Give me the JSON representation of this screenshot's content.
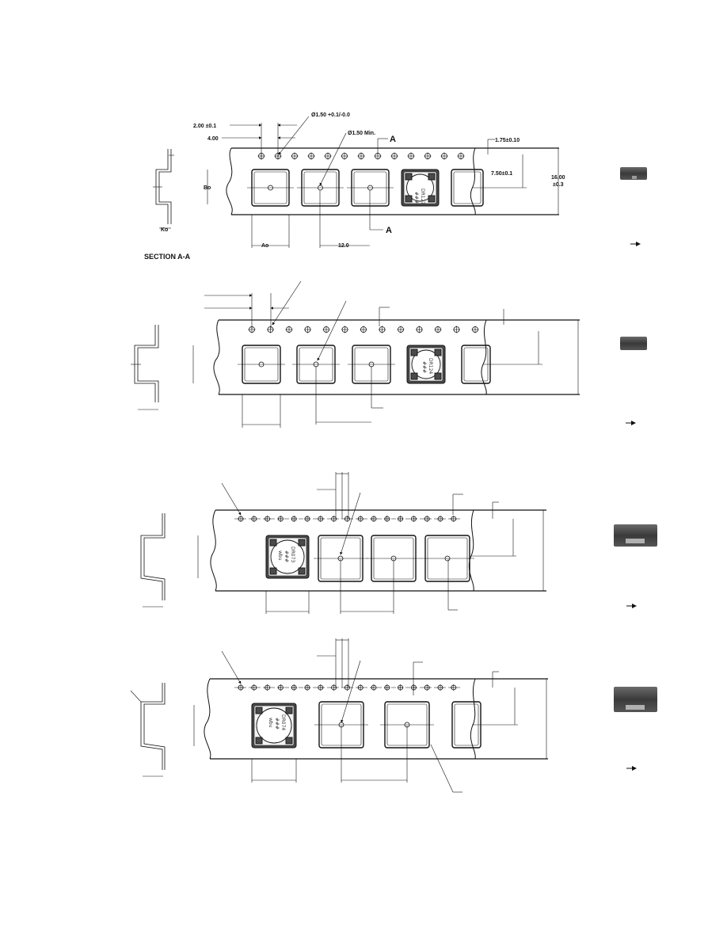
{
  "drawing_1": {
    "sprocket_hole_dia": "Ø1.50 +0.1/-0.0",
    "cavity_hole_dia": "Ø1.50 Min.",
    "pitch_2": "2.00 ±0.1",
    "pitch_4": "4.00",
    "edge_offset": "1.75±0.10",
    "hole_to_center": "7.50±0.1",
    "tape_width": "16.00",
    "tape_width_tol": "±0.3",
    "pocket_pitch": "12.0",
    "b0": "Bo",
    "a0": "Ao",
    "k0": "Ko",
    "section_marker": "A",
    "section_caption": "SECTION A-A",
    "part_marking": "DR127",
    "part_marking_line2": "###"
  },
  "drawing_2": {
    "part_marking": "DR124",
    "part_marking_line2": "###"
  },
  "drawing_3": {
    "part_marking": "DR073",
    "part_marking_line2": "###",
    "part_marking_line3": "wbu"
  },
  "drawing_4": {
    "part_marking": "DR074",
    "part_marking_line2": "###",
    "part_marking_line3": "wbu"
  },
  "colors": {
    "line": "#111111",
    "part_body": "#4a4a4a",
    "part_face": "#f2f2f2"
  },
  "icons": {
    "feed_direction": "right-arrow-icon"
  }
}
